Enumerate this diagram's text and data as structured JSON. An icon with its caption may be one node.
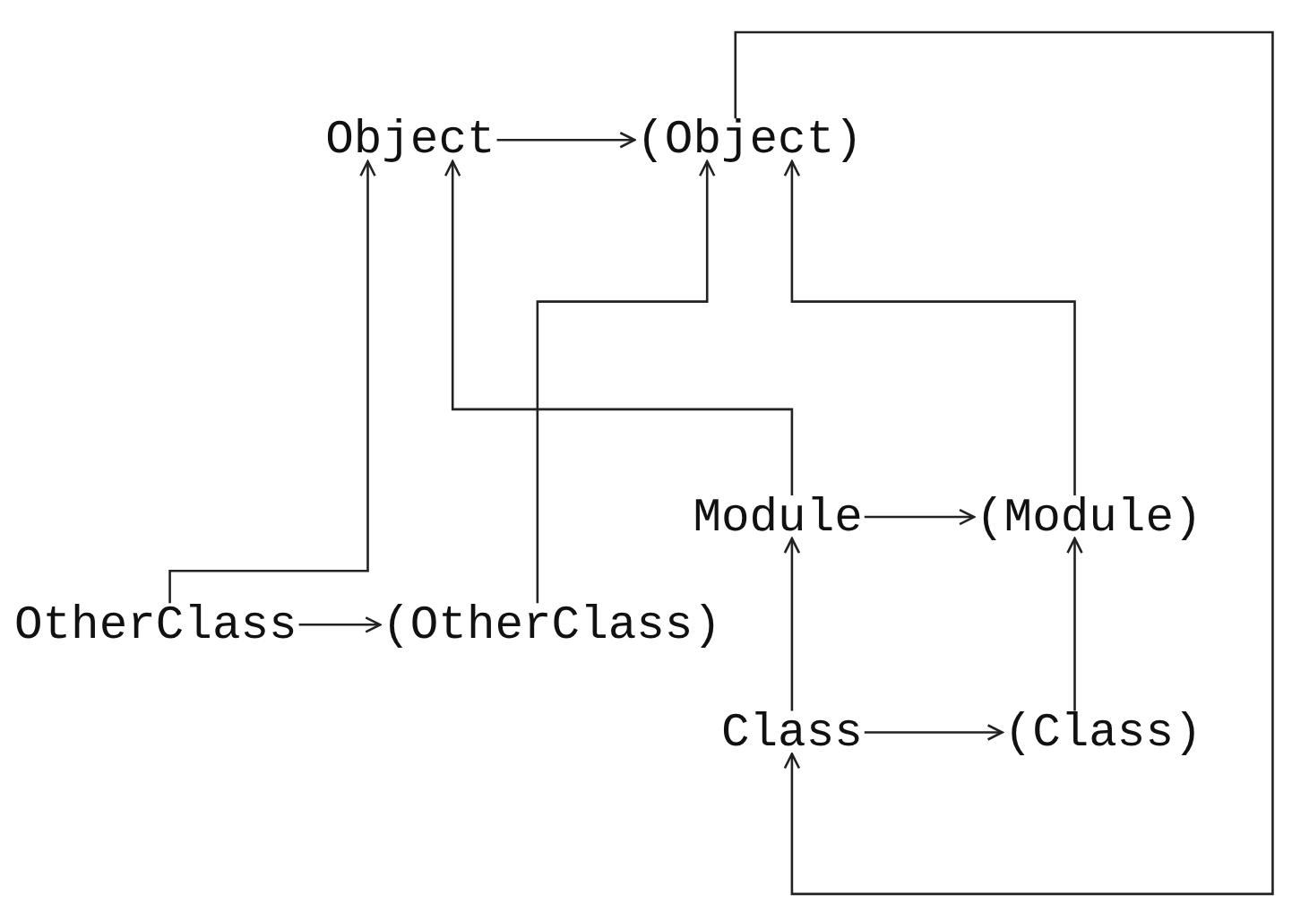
{
  "diagram": {
    "nodes": [
      {
        "text": [
          "Object"
        ]
      },
      {
        "text": [
          "(Object)"
        ]
      },
      {
        "text": [
          "Module"
        ]
      },
      {
        "text": [
          "(Module)"
        ]
      },
      {
        "text": [
          "OtherClass"
        ]
      },
      {
        "text": [
          "(OtherClass)"
        ]
      },
      {
        "text": [
          "Class"
        ]
      },
      {
        "text": [
          "(Class)"
        ]
      }
    ],
    "edges": [
      {
        "from": 0,
        "to": 1,
        "arrow": "to"
      },
      {
        "from": 2,
        "to": 3,
        "arrow": "to"
      },
      {
        "from": 4,
        "to": 5,
        "arrow": "to"
      },
      {
        "from": 6,
        "to": 7,
        "arrow": "to"
      },
      {
        "from": 4,
        "to": 0,
        "arrow": "to"
      },
      {
        "from": 2,
        "to": 0,
        "arrow": "to"
      },
      {
        "from": 5,
        "to": 1,
        "arrow": "to"
      },
      {
        "from": 3,
        "to": 1,
        "arrow": "to"
      },
      {
        "from": 7,
        "to": 3,
        "arrow": "to"
      },
      {
        "from": 6,
        "to": 2,
        "arrow": "to"
      },
      {
        "from": 1,
        "to": 6,
        "arrow": "to"
      }
    ]
  }
}
